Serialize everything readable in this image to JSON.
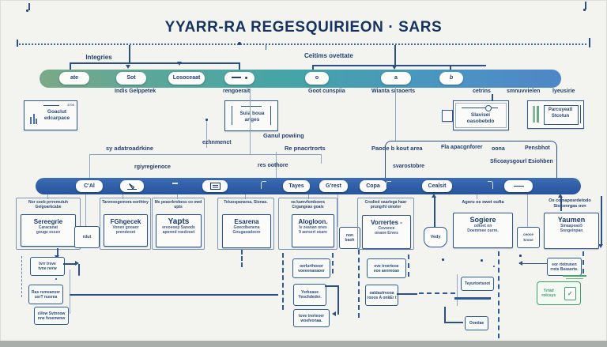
{
  "title": "YYARR-RA REGESQUIRIEON · SARS",
  "colors": {
    "background": "#f3f4ef",
    "navy": "#1d3a66",
    "bar_blue": "#2e5fa7",
    "gradient_left": "#7aa987",
    "gradient_mid": "#45a4a6",
    "gradient_right": "#4f86c6",
    "green": "#3f9e63"
  },
  "top_timeline": {
    "bracket_left_label": "Integries",
    "bracket_right_label": "Ceitims ovettate",
    "pills": {
      "p1": "ate",
      "p2": "Sot",
      "p3": "Losoceaat",
      "p5": "o",
      "p6": "a",
      "p7": "b"
    },
    "icons": {
      "p4": "dash-dot-icon"
    },
    "below_labels": {
      "l1": "Indis Gelppetek",
      "l2": "rengoerait",
      "l3": "Goot cunspiia",
      "l4": "Wianta srraoerts",
      "l5": "cetrins",
      "l6": "smnuvvielen",
      "l7": "lyeusirie"
    }
  },
  "icon_boxes": {
    "b1": {
      "title": "Goaclut",
      "subtitle": "edcarpace",
      "corner": "3706",
      "icon": "bar-chart-icon"
    },
    "b2": {
      "title": "Suia boua",
      "subtitle": "anges",
      "icon": "flag-line-icon"
    },
    "b3": {
      "title": "Slavisei",
      "subtitle": "oasobebdo",
      "icon": "slider-icon"
    },
    "b4": {
      "title": "Parcuyeatl",
      "subtitle": "Stcotun",
      "icon": "green-bars-icon"
    }
  },
  "mid_labels": {
    "sy": "sy adatroadrkine",
    "ez": "ezhnmenct",
    "ganul": "Ganul powiing",
    "re": "Re pnacrtrorts",
    "paode": "Paode b kout area",
    "fla": "Fla apacgnforer",
    "oona": "oona",
    "pens": "Pensbhot",
    "rgiy": "rgiyregienoce",
    "res": "res oothore",
    "svar": "svarostobre",
    "sfic": "Sficoaysgourl Esiohben"
  },
  "bottom_timeline": {
    "pills": {
      "p1": "C'Al",
      "p4": "Tayes",
      "p5": "G'rest",
      "p6": "Copa",
      "p7": "Cealsit"
    },
    "icons": {
      "p2": "flag-icon",
      "p3": "document-icon",
      "p8": "dash-icon"
    }
  },
  "groups": {
    "g1": {
      "header": "Nor soeb prrremutuh Gelgoarkcabe",
      "title": "Sereegrie",
      "line1": "Caracanat",
      "line2": "gouge essex"
    },
    "g2": {
      "header": "Tarvnoogemora oorihtny",
      "title": "FGhgecek",
      "line1": "Vonen gooaor",
      "line2": "prendooet"
    },
    "g3": {
      "header": "Ms peaorbrvbess co owd upts",
      "title": "Yapts",
      "line1": "ereoeoep Sanods",
      "line2": "apennd roedooet"
    },
    "g4": {
      "header": "Teluospanarsa, Sionas.",
      "title": "Esarena",
      "line1": "Goecdbenena",
      "line2": "Gnugaoadeere"
    },
    "g5": {
      "header": "ea kamvfomboera Crgangeas goals",
      "title": "Alogloon.",
      "line1": "Iv zeanan ones",
      "line2": "9 aorsert oeare"
    },
    "g6": {
      "header": "Crodied oaarlega haar prungrhl oinoler",
      "title": "Vorrertes -",
      "line1": "Covonce",
      "line2": "onaoe Erves"
    },
    "g7": {
      "header": "Agoru os owet oufta",
      "title": "Sogiere",
      "line1": "odioet on",
      "line2": "Doemmee ourre."
    },
    "g8": {
      "header": "Os comaposrdetodo Sioconrgas ovn",
      "title": "Yaumen",
      "line1": "Smaapeao5",
      "line2": "Songeinpan"
    }
  },
  "connector_boxes": {
    "rdut": "rdut",
    "non1": "non",
    "non2": "baoh",
    "vedy": "Vedy",
    "ceoce1": "ceoce",
    "ceoce2": "krooe"
  },
  "bottom_boxes": {
    "l1a": "tvrr trsve",
    "l1b": "tvne nvrw",
    "l2a": "Ras rsmoanver",
    "l2b": "usrT nusrea",
    "l3a": "sVow Svtnnow",
    "l3b": "nne fvoenwnw",
    "m1a": "oerlurthoeor",
    "m1b": "voeeenanaoer",
    "m2a": "Yerkeaue",
    "m2b": "Yeschdedvr.",
    "m3a": "tove trerteoer",
    "m3b": "woefvonaa.",
    "r1a": "eve trverteoe",
    "r1b": "eoe aenreoao",
    "r2a": "oaldaulrvooa",
    "r2b": "rooos A onkEr t",
    "fr1a": "eor rtotrunen",
    "fr1b": "rrets Beeaorte.",
    "fr3": "Teyurtortsoot",
    "fr4": "Ooedae",
    "green1": "Yrrad",
    "green2": "rotcsys",
    "green_check": "✓"
  }
}
